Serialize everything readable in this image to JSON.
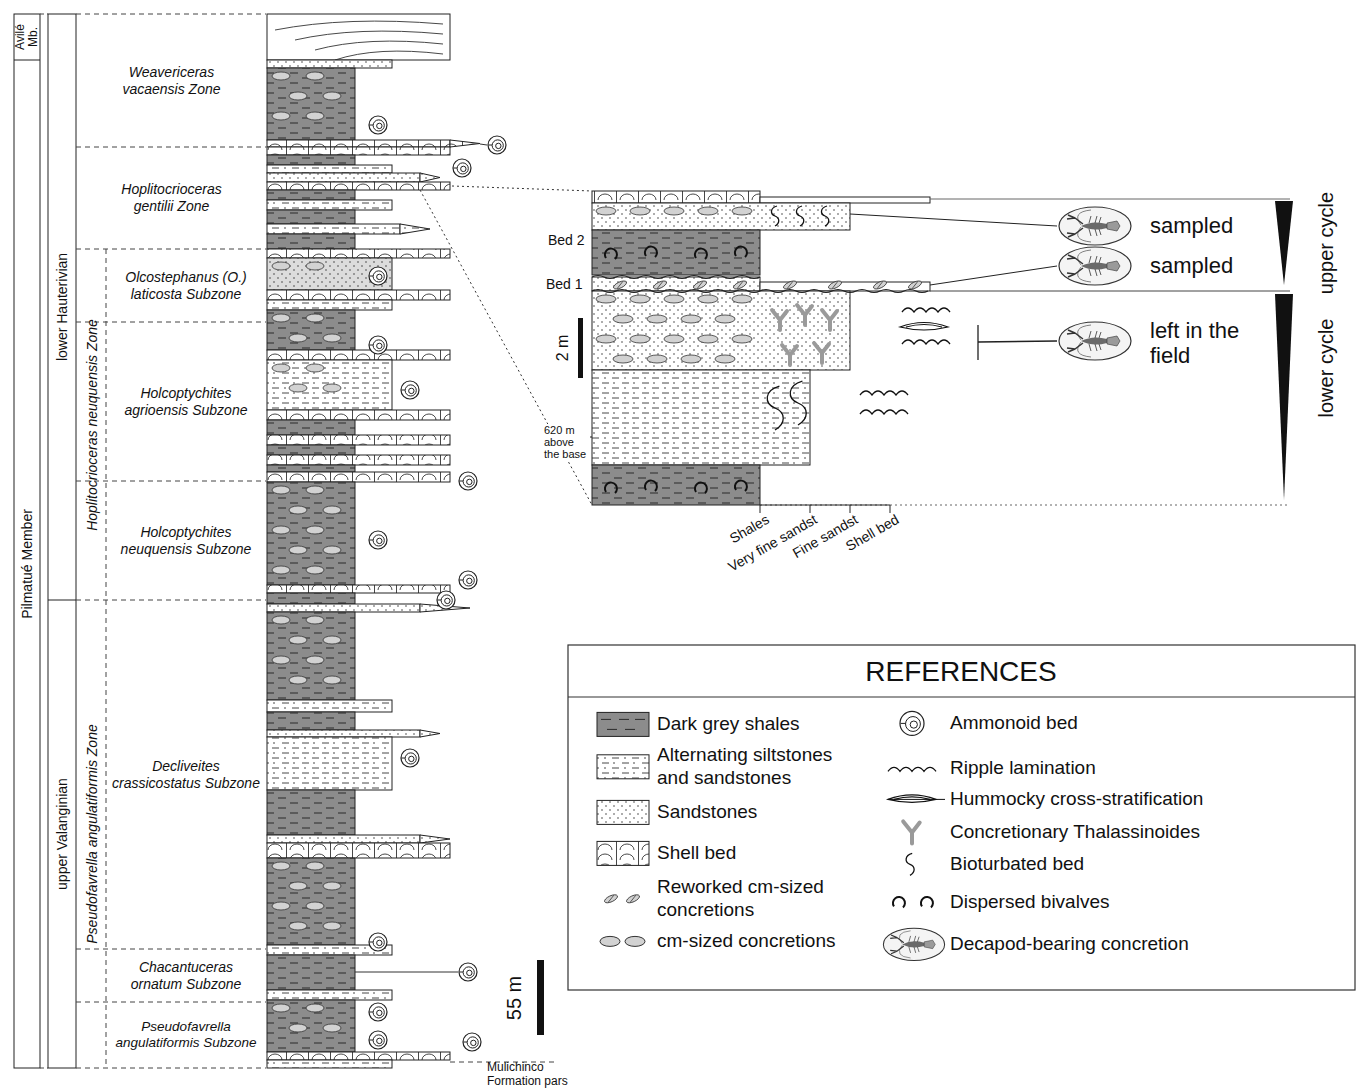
{
  "diagram": {
    "nodes": [
      {
        "text": [
          "Avilé Mb."
        ]
      },
      {
        "text": [
          "Pilmatué Member"
        ]
      },
      {
        "text": [
          "lower Hauterivian"
        ]
      },
      {
        "text": [
          "upper Valanginian"
        ]
      },
      {
        "text": [
          "Weavericeras vacaensis Zone"
        ]
      },
      {
        "text": [
          "Hoplitocrioceras gentilii Zone"
        ]
      },
      {
        "text": [
          "Hoplitocrioceras neuquensis Zone"
        ]
      },
      {
        "text": [
          "Olcostephanus (O.) laticosta Subzone"
        ]
      },
      {
        "text": [
          "Holcoptychites agrioensis Subzone"
        ]
      },
      {
        "text": [
          "Holcoptychites neuquensis Subzone"
        ]
      },
      {
        "text": [
          "Pseudofavrella angulatiformis Zone"
        ]
      },
      {
        "text": [
          "Decliveites crassicostatus Subzone"
        ]
      },
      {
        "text": [
          "Chacantuceras ornatum Subzone"
        ]
      },
      {
        "text": [
          "Pseudofavrella angulatiformis Subzone"
        ]
      }
    ],
    "labels": [
      "REFERENCES",
      "Bed 2",
      "Bed 1",
      "2 m",
      "620 m above the base",
      "Shales",
      "Very fine sandst",
      "Fine sandst",
      "Shell bed",
      "sampled",
      "sampled",
      "left in the field",
      "upper cycle",
      "lower cycle",
      "55 m",
      "Mulichinco Formation pars"
    ],
    "legend": [
      {
        "text": "Dark grey shales",
        "color": "#8c8c8c"
      },
      {
        "text": "Alternating siltstones and sandstones"
      },
      {
        "text": "Sandstones"
      },
      {
        "text": "Shell bed"
      },
      {
        "text": "Reworked cm-sized concretions"
      },
      {
        "text": "cm-sized concretions"
      },
      {
        "text": "Ammonoid bed"
      },
      {
        "text": "Ripple lamination"
      },
      {
        "text": "Hummocky cross-stratification"
      },
      {
        "text": "Concretionary Thalassinoides"
      },
      {
        "text": "Bioturbated bed"
      },
      {
        "text": "Dispersed bivalves"
      },
      {
        "text": "Decapod-bearing concretion"
      }
    ]
  }
}
